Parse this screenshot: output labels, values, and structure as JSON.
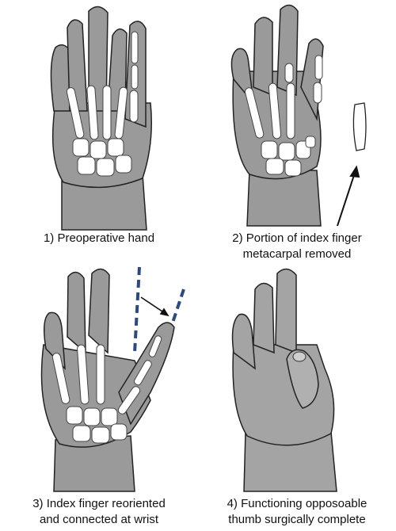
{
  "panels": [
    {
      "id": "p1",
      "caption_lines": [
        "1) Preoperative hand"
      ]
    },
    {
      "id": "p2",
      "caption_lines": [
        "2) Portion of index finger",
        "metacarpal removed"
      ]
    },
    {
      "id": "p3",
      "caption_lines": [
        "3) Index finger reoriented",
        "and connected at wrist"
      ]
    },
    {
      "id": "p4",
      "caption_lines": [
        "4) Functioning opposoable",
        "thumb surgically complete"
      ]
    }
  ],
  "colors": {
    "skin": "#9a9a9a",
    "skin_light": "#b8b8b8",
    "bone": "#ffffff",
    "outline": "#222222",
    "dash": "#2f4a78",
    "arrow": "#111111"
  }
}
